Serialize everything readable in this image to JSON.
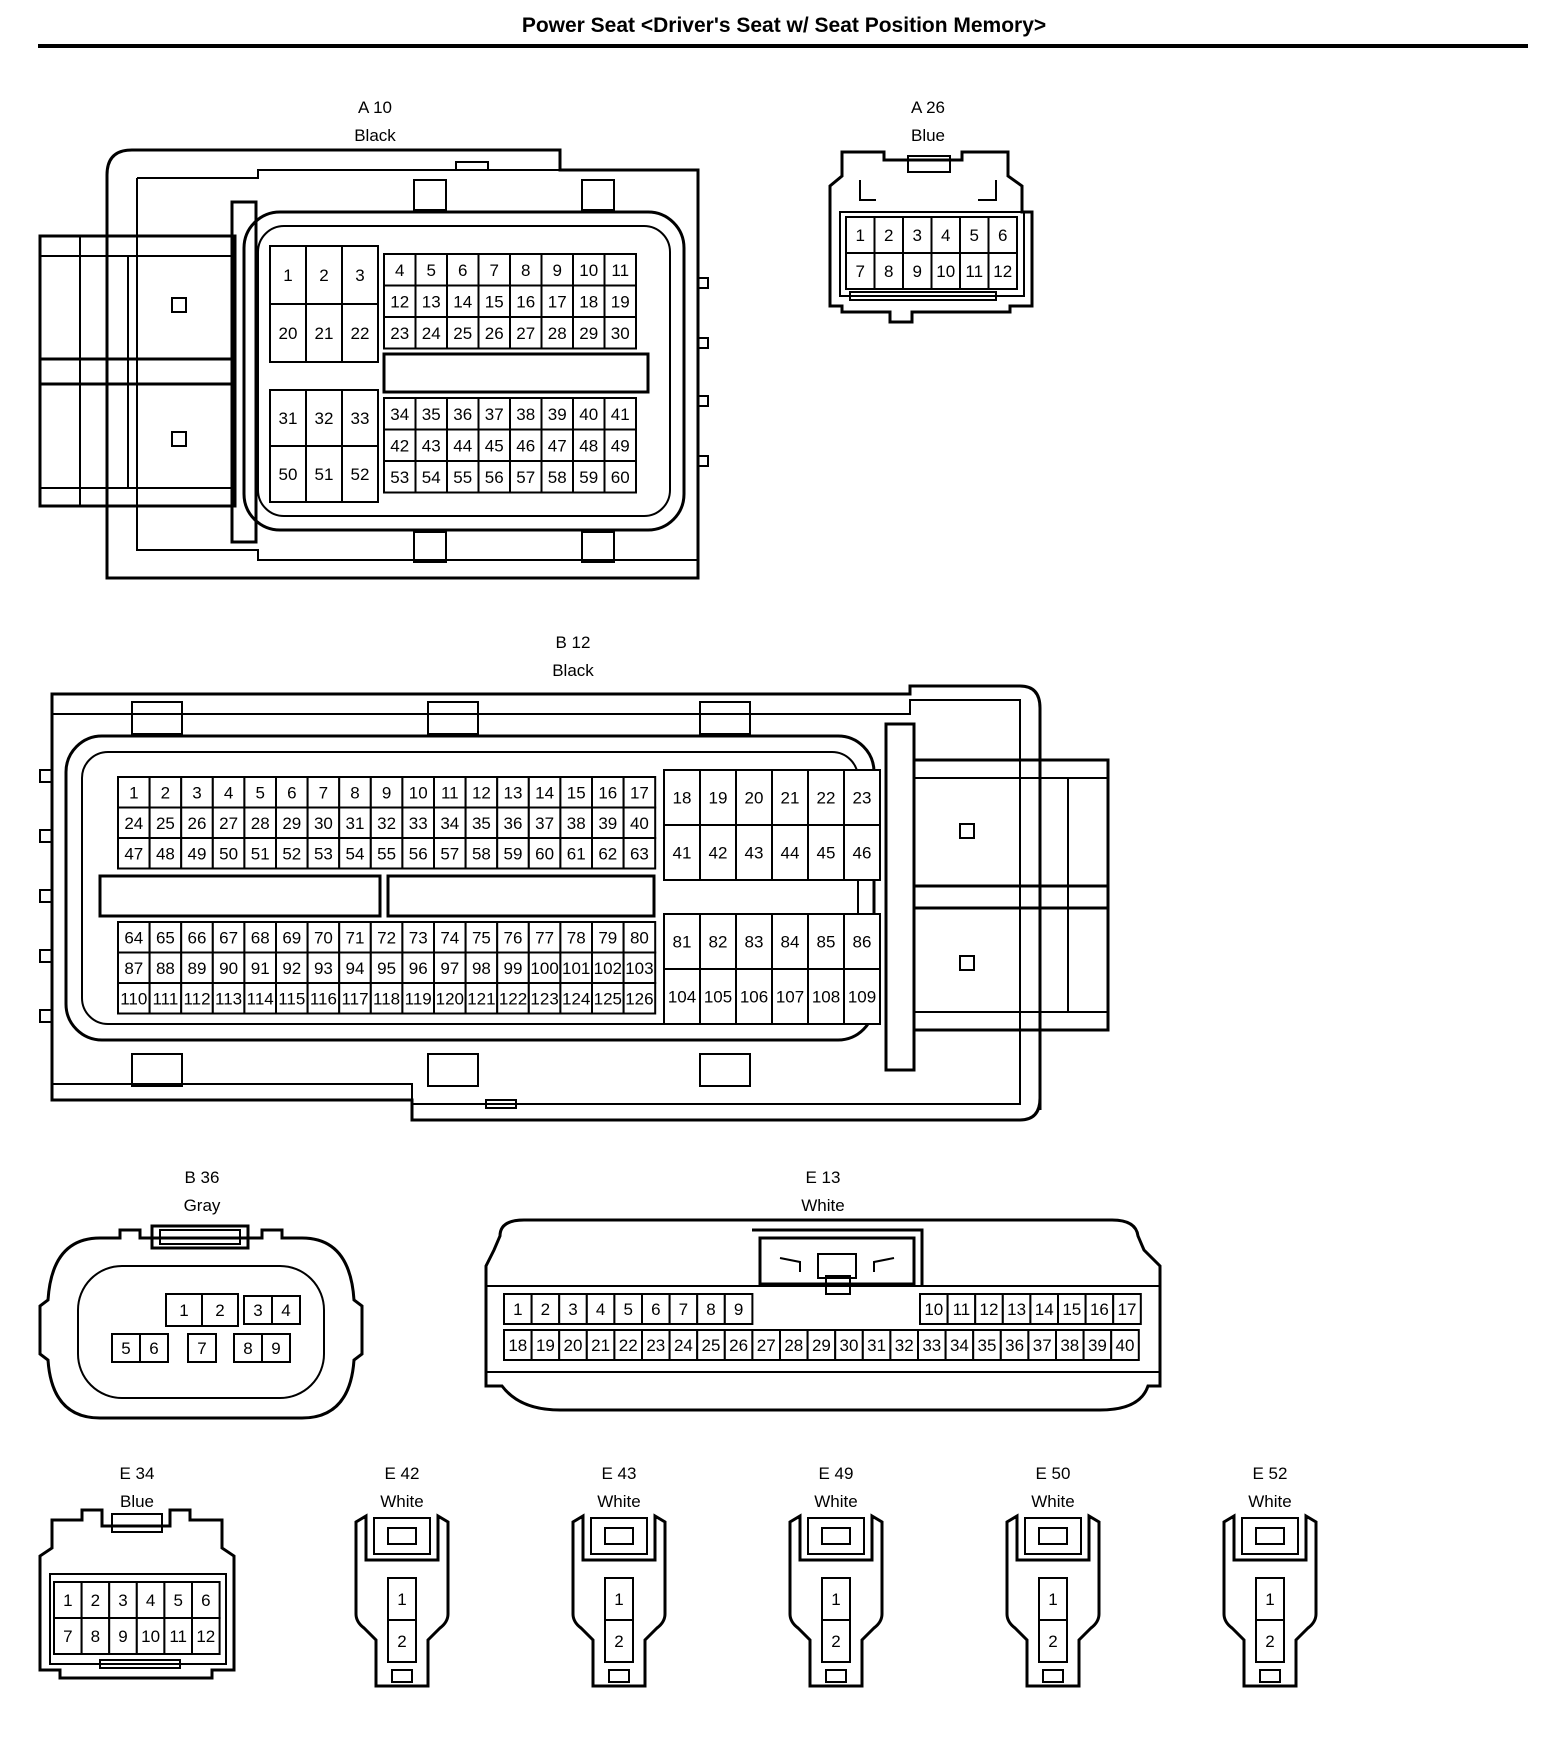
{
  "title": "Power Seat <Driver's Seat w/ Seat Position Memory>",
  "connectors": {
    "A10": {
      "code": "A 10",
      "color": "Black"
    },
    "A26": {
      "code": "A 26",
      "color": "Blue"
    },
    "B12": {
      "code": "B 12",
      "color": "Black"
    },
    "B36": {
      "code": "B 36",
      "color": "Gray"
    },
    "E13": {
      "code": "E 13",
      "color": "White"
    },
    "E34": {
      "code": "E 34",
      "color": "Blue"
    },
    "E42": {
      "code": "E 42",
      "color": "White"
    },
    "E43": {
      "code": "E 43",
      "color": "White"
    },
    "E49": {
      "code": "E 49",
      "color": "White"
    },
    "E50": {
      "code": "E 50",
      "color": "White"
    },
    "E52": {
      "code": "E 52",
      "color": "White"
    }
  },
  "pins": {
    "A10": {
      "left_top": [
        [
          1,
          2,
          3
        ],
        [
          20,
          21,
          22
        ]
      ],
      "right_top": [
        [
          4,
          5,
          6,
          7,
          8,
          9,
          10,
          11
        ],
        [
          12,
          13,
          14,
          15,
          16,
          17,
          18,
          19
        ],
        [
          23,
          24,
          25,
          26,
          27,
          28,
          29,
          30
        ]
      ],
      "left_bottom": [
        [
          31,
          32,
          33
        ],
        [
          50,
          51,
          52
        ]
      ],
      "right_bottom": [
        [
          34,
          35,
          36,
          37,
          38,
          39,
          40,
          41
        ],
        [
          42,
          43,
          44,
          45,
          46,
          47,
          48,
          49
        ],
        [
          53,
          54,
          55,
          56,
          57,
          58,
          59,
          60
        ]
      ]
    },
    "A26": [
      [
        1,
        2,
        3,
        4,
        5,
        6
      ],
      [
        7,
        8,
        9,
        10,
        11,
        12
      ]
    ],
    "B12": {
      "left_top": [
        [
          1,
          2,
          3,
          4,
          5,
          6,
          7,
          8,
          9,
          10,
          11,
          12,
          13,
          14,
          15,
          16,
          17
        ],
        [
          24,
          25,
          26,
          27,
          28,
          29,
          30,
          31,
          32,
          33,
          34,
          35,
          36,
          37,
          38,
          39,
          40
        ],
        [
          47,
          48,
          49,
          50,
          51,
          52,
          53,
          54,
          55,
          56,
          57,
          58,
          59,
          60,
          61,
          62,
          63
        ]
      ],
      "right_top": [
        [
          18,
          19,
          20,
          21,
          22,
          23
        ],
        [
          41,
          42,
          43,
          44,
          45,
          46
        ]
      ],
      "left_bottom": [
        [
          64,
          65,
          66,
          67,
          68,
          69,
          70,
          71,
          72,
          73,
          74,
          75,
          76,
          77,
          78,
          79,
          80
        ],
        [
          87,
          88,
          89,
          90,
          91,
          92,
          93,
          94,
          95,
          96,
          97,
          98,
          99,
          100,
          101,
          102,
          103
        ],
        [
          110,
          111,
          112,
          113,
          114,
          115,
          116,
          117,
          118,
          119,
          120,
          121,
          122,
          123,
          124,
          125,
          126
        ]
      ],
      "right_bottom": [
        [
          81,
          82,
          83,
          84,
          85,
          86
        ],
        [
          104,
          105,
          106,
          107,
          108,
          109
        ]
      ]
    },
    "B36": {
      "top_a": [
        1,
        2
      ],
      "top_b": [
        3,
        4
      ],
      "bot_a": [
        5,
        6
      ],
      "bot_b": [
        7
      ],
      "bot_c": [
        8,
        9
      ]
    },
    "E13": {
      "top_left": [
        1,
        2,
        3,
        4,
        5,
        6,
        7,
        8,
        9
      ],
      "top_right": [
        10,
        11,
        12,
        13,
        14,
        15,
        16,
        17
      ],
      "bottom": [
        18,
        19,
        20,
        21,
        22,
        23,
        24,
        25,
        26,
        27,
        28,
        29,
        30,
        31,
        32,
        33,
        34,
        35,
        36,
        37,
        38,
        39,
        40
      ]
    },
    "E34": [
      [
        1,
        2,
        3,
        4,
        5,
        6
      ],
      [
        7,
        8,
        9,
        10,
        11,
        12
      ]
    ],
    "two_pin": [
      1,
      2
    ]
  }
}
